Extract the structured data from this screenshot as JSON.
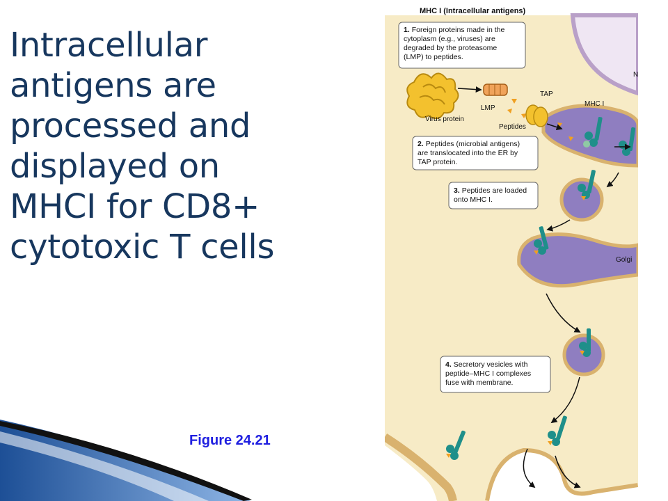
{
  "slide": {
    "title_lines": [
      "Intracellular",
      "antigens are",
      "processed and",
      "displayed on",
      "MHCI for CD8+",
      "cytotoxic T cells"
    ],
    "figure_caption": "Figure 24.21"
  },
  "diagram": {
    "header": "MHC I (Intracellular antigens)",
    "steps": [
      {
        "number": "1.",
        "lines": [
          "Foreign proteins made in the",
          "cytoplasm (e.g., viruses) are",
          "degraded by the proteasome",
          "(LMP) to peptides."
        ]
      },
      {
        "number": "2.",
        "lines": [
          "Peptides (microbial antigens)",
          "are translocated into the ER by",
          "TAP protein."
        ]
      },
      {
        "number": "3.",
        "lines": [
          "Peptides are loaded",
          "onto MHC I."
        ]
      },
      {
        "number": "4.",
        "lines": [
          "Secretory vesicles with",
          "peptide–MHC I complexes",
          "fuse with membrane."
        ]
      }
    ],
    "labels": {
      "virus_protein": "Virus protein",
      "lmp": "LMP",
      "tap": "TAP",
      "peptides": "Peptides",
      "mhc1": "MHC I",
      "golgi_partial": "Golgi",
      "nucleus_partial": "N"
    },
    "colors": {
      "cytoplasm": "#f7ebc6",
      "membrane": "#d9b26e",
      "organelle": "#8f7ec0",
      "mhc_teal": "#1f8f8a",
      "peptide_orange": "#f0a020",
      "caption_blue": "#1f1fe0",
      "title_navy": "#17375e"
    }
  }
}
